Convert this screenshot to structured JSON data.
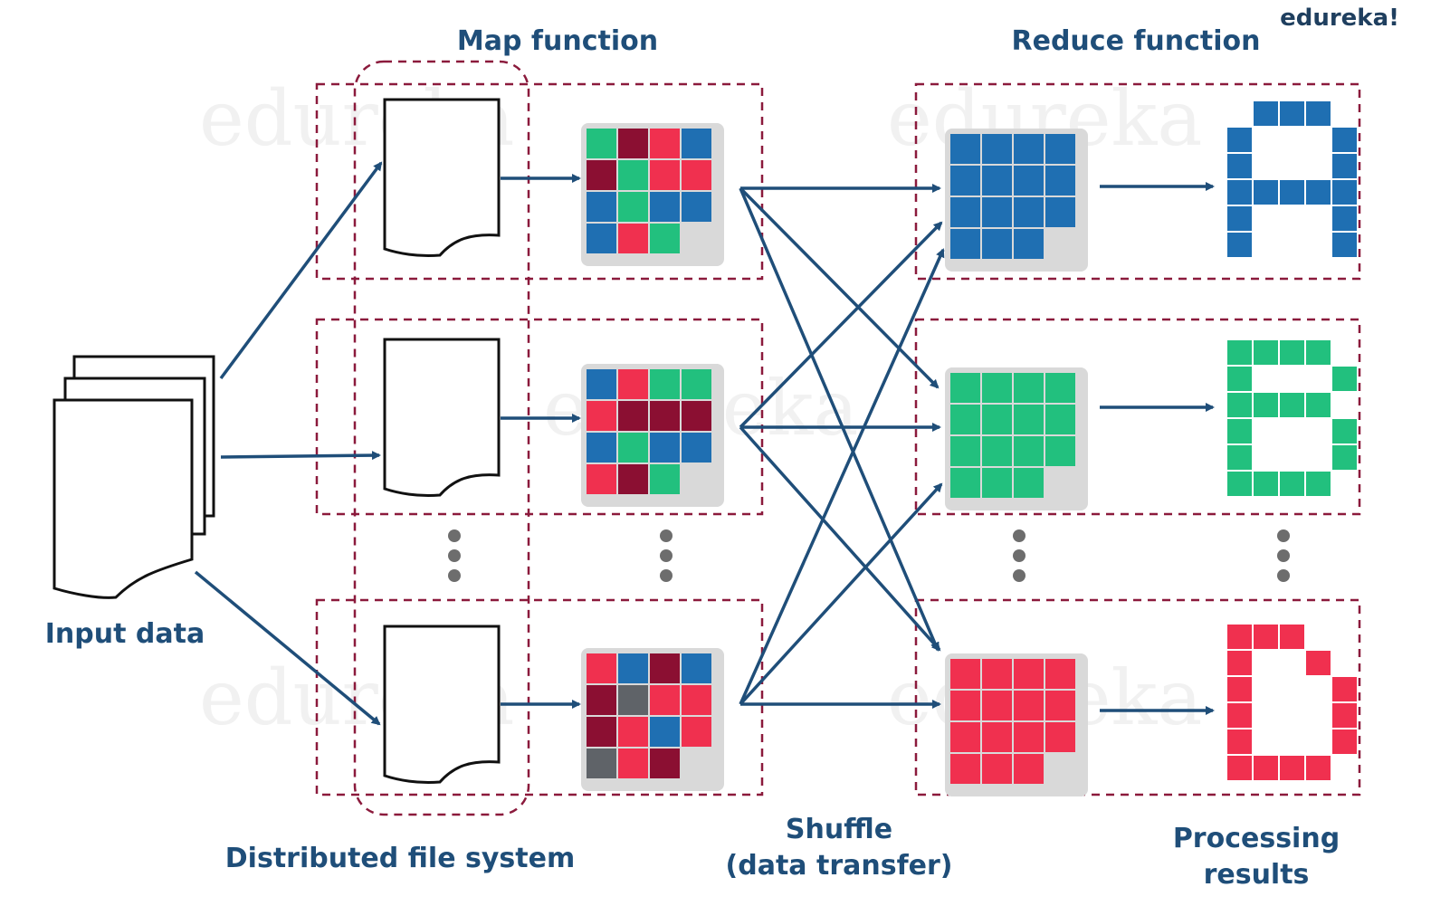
{
  "brand": "edureka!",
  "labels": {
    "map_function": "Map function",
    "reduce_function": "Reduce function",
    "input_data": "Input data",
    "distributed_fs": "Distributed file system",
    "shuffle_line1": "Shuffle",
    "shuffle_line2": "(data transfer)",
    "results_line1": "Processing",
    "results_line2": "results"
  },
  "results": [
    "A",
    "B",
    "D"
  ],
  "colors": {
    "label": "#1f4e79",
    "arrow": "#1f4e79",
    "dashed_border": "#8b1a3c",
    "grid_bg": "#d9d9d9",
    "dots": "#6d6d6d",
    "blue": "#1f6fb2",
    "green": "#22c07e",
    "red": "#f0304f",
    "maroon": "#8b0f32",
    "grey": "#5f6368"
  },
  "map_grids": [
    [
      [
        "green",
        "maroon",
        "red",
        "blue"
      ],
      [
        "maroon",
        "green",
        "red",
        "red"
      ],
      [
        "blue",
        "green",
        "blue",
        "blue"
      ],
      [
        "blue",
        "red",
        "green",
        ""
      ]
    ],
    [
      [
        "blue",
        "red",
        "green",
        "green"
      ],
      [
        "red",
        "maroon",
        "maroon",
        "maroon"
      ],
      [
        "blue",
        "green",
        "blue",
        "blue"
      ],
      [
        "red",
        "maroon",
        "green",
        ""
      ]
    ],
    [
      [
        "red",
        "blue",
        "maroon",
        "blue"
      ],
      [
        "maroon",
        "grey",
        "red",
        "red"
      ],
      [
        "maroon",
        "red",
        "blue",
        "red"
      ],
      [
        "grey",
        "red",
        "maroon",
        ""
      ]
    ]
  ],
  "reduce_grid_colors": [
    "blue",
    "green",
    "red"
  ]
}
